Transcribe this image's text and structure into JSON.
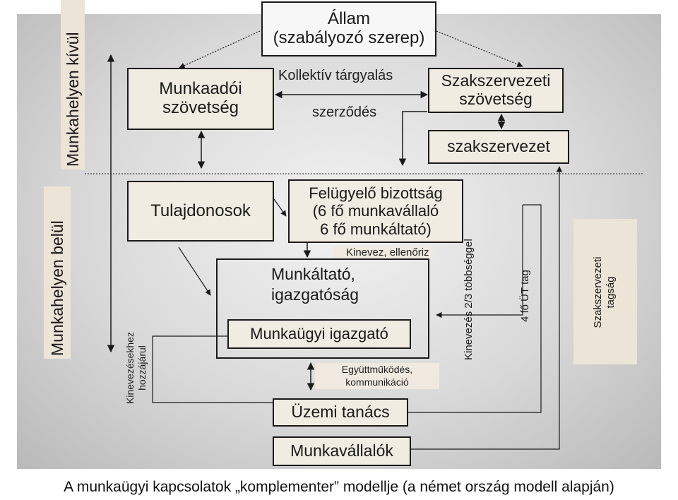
{
  "outside_label": "Munkahelyen kívül",
  "inside_label": "Munkahelyen belül",
  "state_box": {
    "line1": "Állam",
    "line2": "(szabályozó szerep)"
  },
  "employers_box": {
    "line1": "Munkaadói",
    "line2": "szövetség"
  },
  "bargaining_label": "Kollektív tárgyalás",
  "contract_label": "szerződés",
  "union_federation_box": {
    "line1": "Szakszervezeti",
    "line2": "szövetség"
  },
  "union_box": "szakszervezet",
  "owners_box": "Tulajdonosok",
  "supervisory_box": {
    "line1": "Felügyelő bizottság",
    "line2": "(6 fő munkavállaló",
    "line3": "6 fő munkáltató)"
  },
  "appoint_label": "Kinevez, ellenőriz",
  "management_box": {
    "line1": "Munkáltató,",
    "line2": "igazgatóság"
  },
  "hr_director_box": "Munkaügyi igazgató",
  "cooperation_label": {
    "line1": "Együttműködés,",
    "line2": "kommunikáció"
  },
  "works_council_box": "Üzemi tanács",
  "employees_box": "Munkavállalók",
  "appointment_consent_label": {
    "line1": "Kinevezésekhez",
    "line2": "hozzájárul"
  },
  "two_thirds_label": "Kinevezés 2/3 többséggel",
  "four_members_label": "4 fő ÜT tag",
  "union_membership_box": {
    "line1": "Szakszervezeti",
    "line2": "tagság"
  },
  "caption": "A munkaügyi kapcsolatok „komplementer” modellje (a német ország modell alapján)",
  "colors": {
    "box_fill": "#f1ece2",
    "line": "#1a1a1a",
    "background_center": "#f2f2f2",
    "background_edge": "#b9b9b9"
  }
}
